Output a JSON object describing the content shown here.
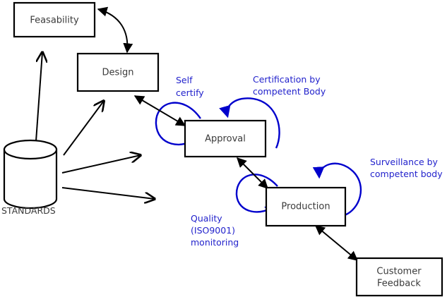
{
  "diagram": {
    "title": "Standards-driven product lifecycle process diagram",
    "colors": {
      "node_stroke": "#000000",
      "node_fill": "#ffffff",
      "node_text": "#3a3a3a",
      "flow_arrow": "#000000",
      "loop_arrow": "#0000cc",
      "annotation_text": "#2222cc",
      "background": "#ffffff"
    },
    "nodes": [
      {
        "id": "feasability",
        "label": "Feasability",
        "shape": "rectangle"
      },
      {
        "id": "design",
        "label": "Design",
        "shape": "rectangle"
      },
      {
        "id": "approval",
        "label": "Approval",
        "shape": "rectangle"
      },
      {
        "id": "production",
        "label": "Production",
        "shape": "rectangle"
      },
      {
        "id": "customer_feedback",
        "label_line1": "Customer",
        "label_line2": "Feedback",
        "shape": "rectangle"
      }
    ],
    "datastore": {
      "id": "standards",
      "label": "STANDARDS",
      "shape": "cylinder"
    },
    "annotations": [
      {
        "id": "self-certify",
        "line1": "Self",
        "line2": "certify"
      },
      {
        "id": "certification-by-competent-body",
        "line1": "Certification by",
        "line2": "competent Body"
      },
      {
        "id": "quality-iso9001-monitoring",
        "line1": "Quality",
        "line2": "(ISO9001)",
        "line3": "monitoring"
      },
      {
        "id": "surveillance-by-competent-body",
        "line1": "Surveillance by",
        "line2": "competent body"
      }
    ],
    "connections": [
      {
        "id": "feasability-design",
        "from": "Feasability",
        "to": "Design",
        "style": "double-headed curved"
      },
      {
        "id": "design-approval",
        "from": "Design",
        "to": "Approval",
        "style": "double-headed straight"
      },
      {
        "id": "approval-production",
        "from": "Approval",
        "to": "Production",
        "style": "double-headed straight"
      },
      {
        "id": "production-customer-feedback",
        "from": "Production",
        "to": "Customer Feedback",
        "style": "double-headed straight"
      },
      {
        "id": "standards-feasability",
        "from": "STANDARDS",
        "to": "Feasability",
        "style": "single arrow"
      },
      {
        "id": "standards-design",
        "from": "STANDARDS",
        "to": "Design",
        "style": "single arrow"
      },
      {
        "id": "standards-approval",
        "from": "STANDARDS",
        "to": "Approval",
        "style": "single arrow"
      },
      {
        "id": "standards-production",
        "from": "STANDARDS",
        "to": "Production",
        "style": "single arrow"
      }
    ]
  }
}
